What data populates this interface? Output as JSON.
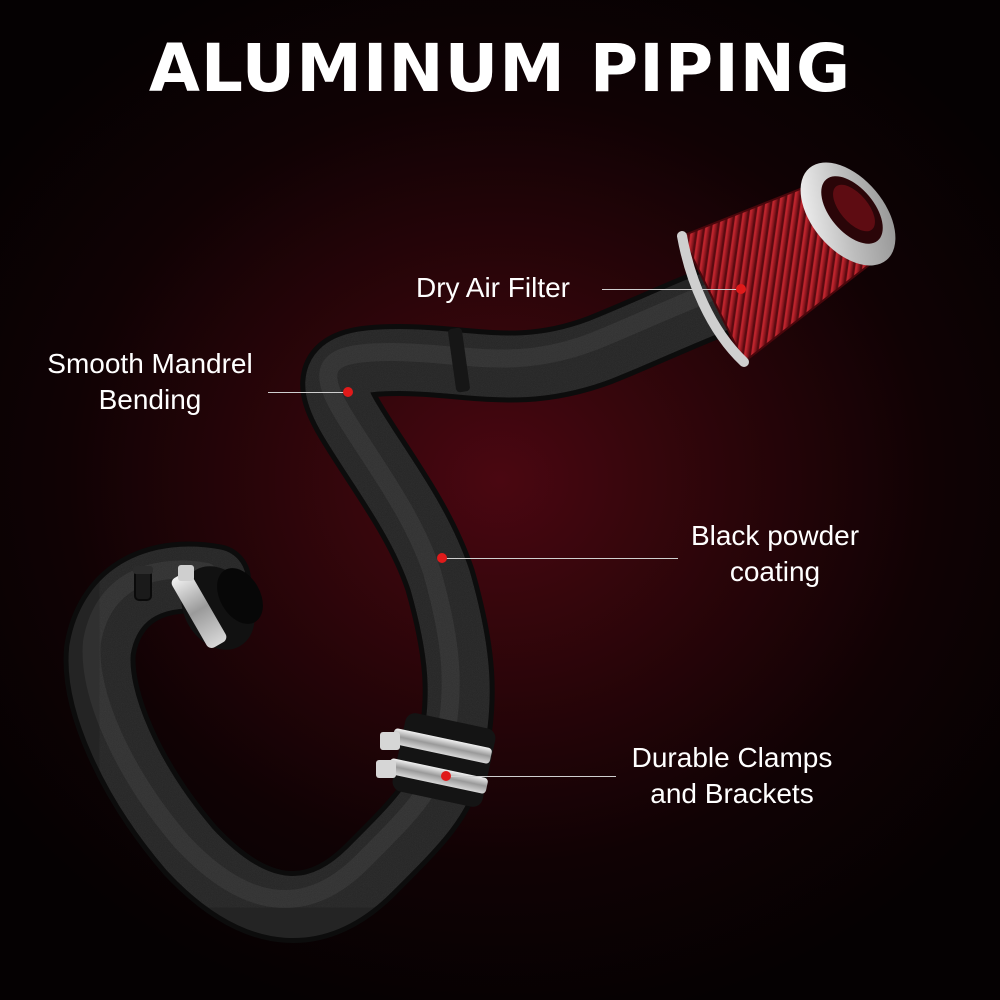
{
  "headline": "ALUMINUM PIPING",
  "colors": {
    "background_center": "#4a0711",
    "background_edge": "#050102",
    "pipe": "#1f1f1f",
    "filter_red": "#b3202a",
    "chrome": "#d9d9d9",
    "marker": "#e01a1a",
    "text": "#ffffff"
  },
  "callouts": {
    "dry_air_filter": {
      "line1": "Dry Air Filter"
    },
    "mandrel_bending": {
      "line1": "Smooth Mandrel",
      "line2": "Bending"
    },
    "powder_coating": {
      "line1": "Black powder",
      "line2": "coating"
    },
    "clamps": {
      "line1": "Durable Clamps",
      "line2": "and Brackets"
    }
  }
}
